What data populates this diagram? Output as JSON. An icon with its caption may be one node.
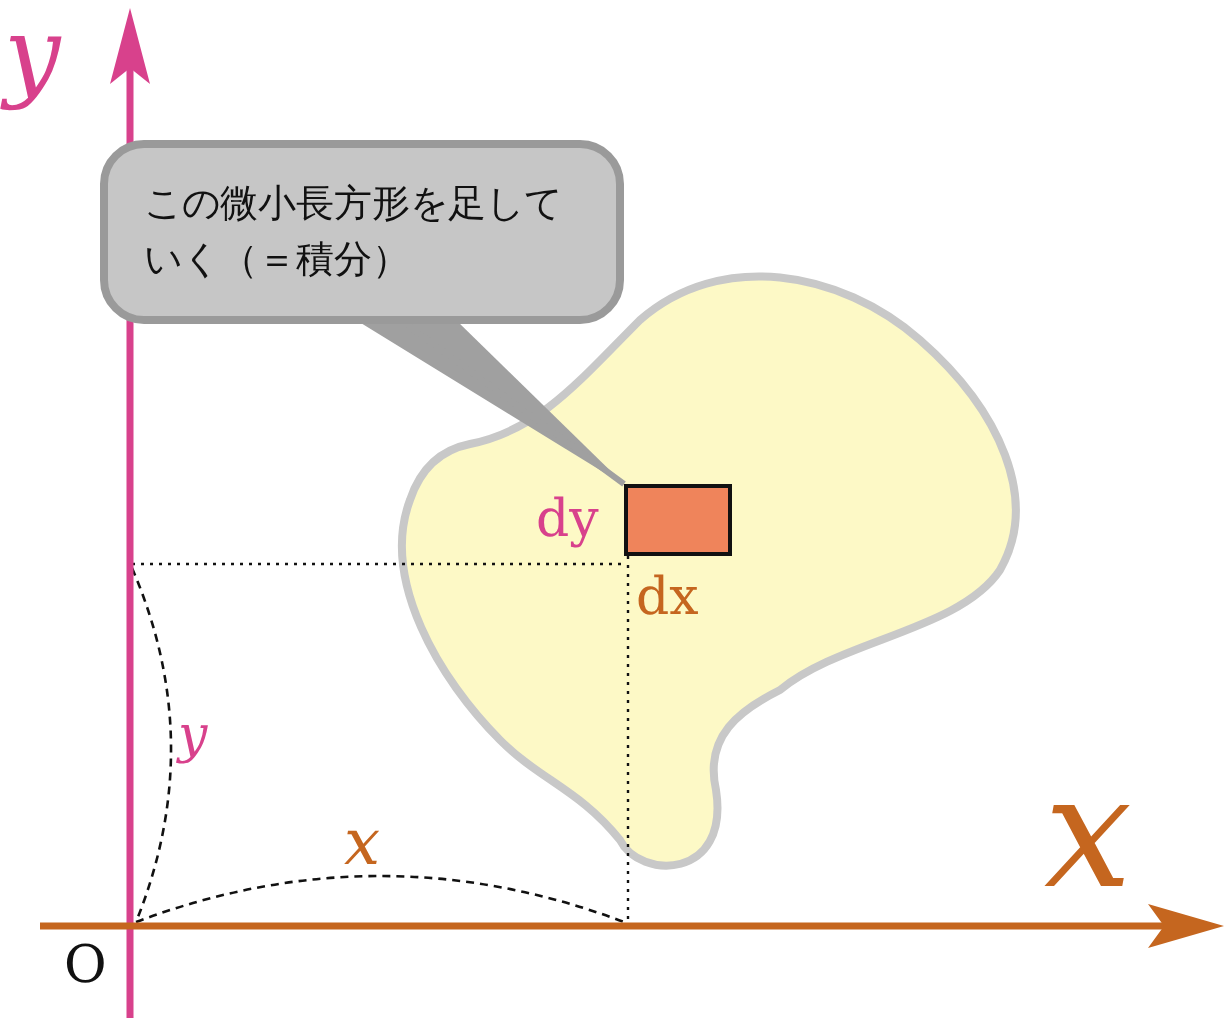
{
  "diagram": {
    "nodes": [
      {
        "text": [
          "この微小長方形を足していく（＝積分）"
        ]
      },
      {
        "text": [],
        "shape": "box",
        "beside": [
          "dy",
          "dx"
        ]
      }
    ],
    "edges": [
      {
        "from": 0,
        "to": 1,
        "arrow": "none",
        "color": "#a0a0a0"
      }
    ],
    "labels": [
      "y",
      "y",
      "x",
      "x",
      "O"
    ]
  }
}
